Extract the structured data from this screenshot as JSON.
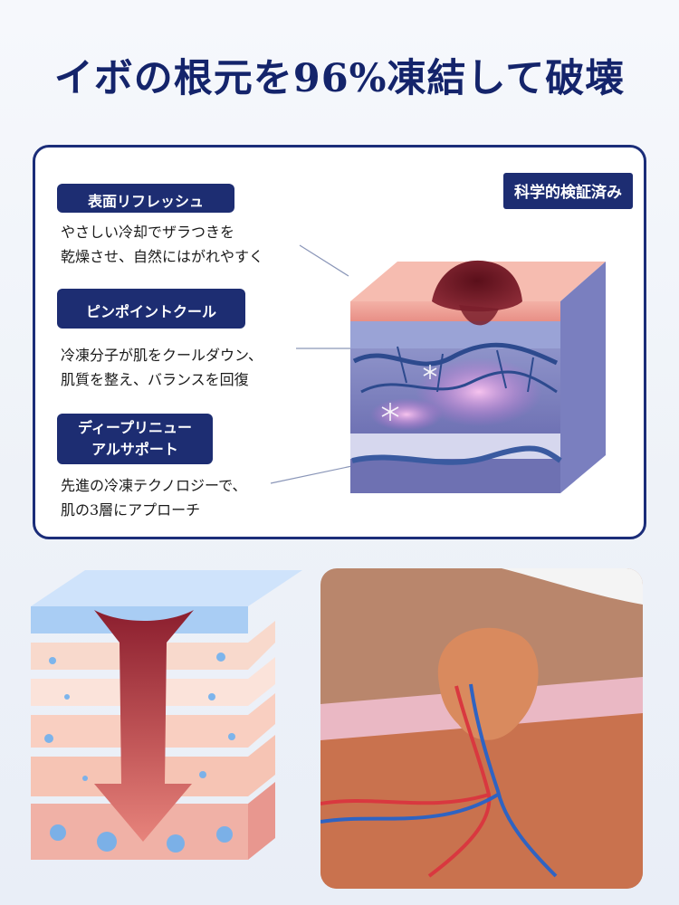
{
  "headline": "イボの根元を96%凍結して破壊",
  "badge": "科学的検証済み",
  "features": [
    {
      "label_lines": [
        "表面リフレッシュ"
      ],
      "desc_lines": [
        "やさしい冷却でザラつきを",
        "乾燥させ、自然にはがれやすく"
      ]
    },
    {
      "label_lines": [
        "ピンポイントクール"
      ],
      "desc_lines": [
        "冷凍分子が肌をクールダウン、",
        "肌質を整え、バランスを回復"
      ]
    },
    {
      "label_lines": [
        "ディープリニュー",
        "アルサポート"
      ],
      "desc_lines": [
        "先進の冷凍テクノロジーで、",
        "肌の3層にアプローチ"
      ]
    }
  ],
  "colors": {
    "navy": "#1d2d72",
    "headline": "#14246b",
    "card_border": "#1b2d79"
  }
}
